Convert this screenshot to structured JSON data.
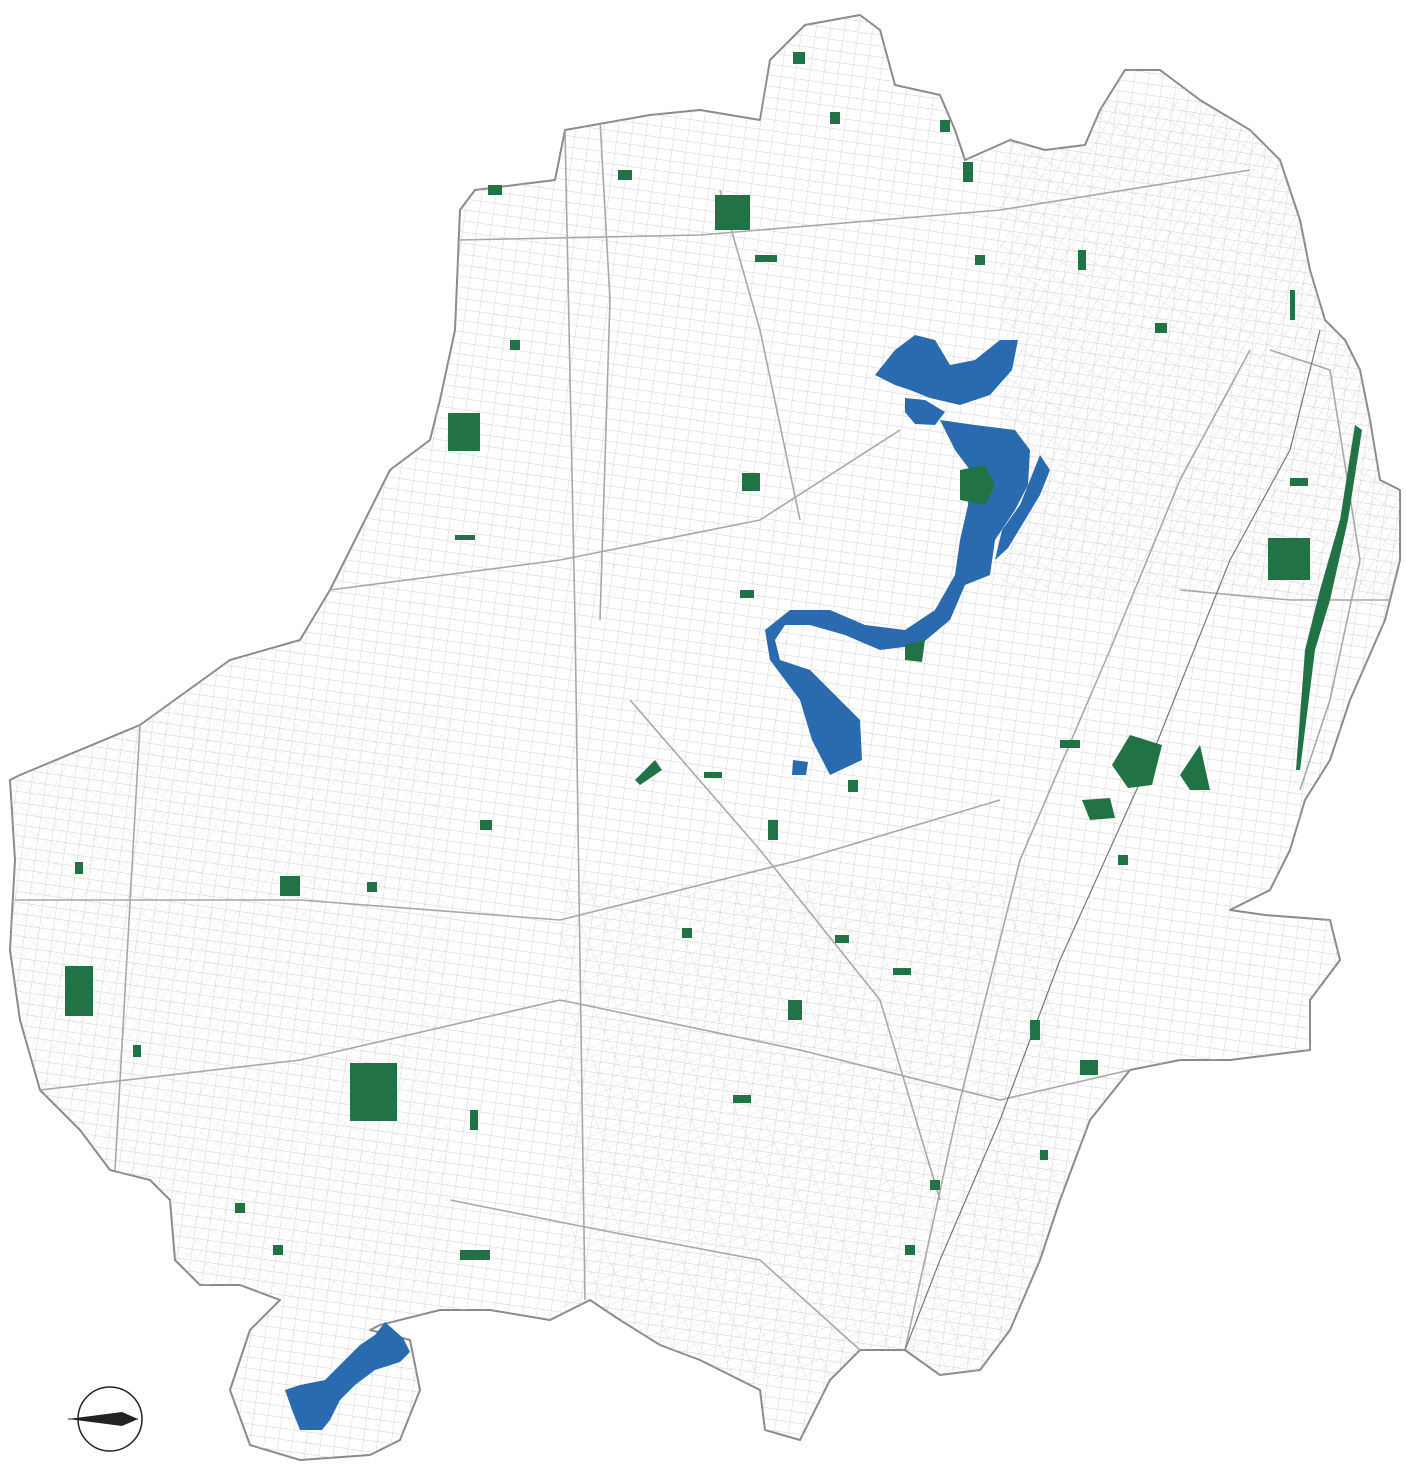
{
  "map": {
    "colors": {
      "park": "#217346",
      "water": "#2a6bb0",
      "street": "#b9b9b9",
      "boundary": "#8a8a8a",
      "background": "#ffffff"
    },
    "compass": {
      "icon": "north-arrow-icon",
      "direction": "N"
    },
    "features": {
      "parks": "green-space",
      "water": "river-and-ponds"
    }
  }
}
